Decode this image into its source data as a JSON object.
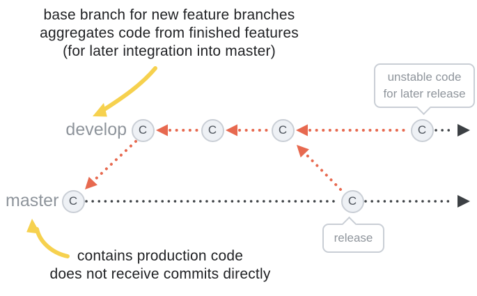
{
  "colors": {
    "accent_red": "#e7694f",
    "line_dark": "#3c4044",
    "arrow_yellow": "#f6d14e",
    "node_fill": "#eef1f5",
    "node_border": "#c9ced5",
    "label_gray": "#8e949b",
    "text_dark": "#1f2023"
  },
  "annotations": {
    "develop_note_lines": [
      "base branch for new feature branches",
      "aggregates code from finished features",
      "(for later integration into master)"
    ],
    "master_note_lines": [
      "contains production code",
      "does not receive commits directly"
    ]
  },
  "branches": {
    "develop": {
      "label": "develop"
    },
    "master": {
      "label": "master"
    }
  },
  "tooltips": {
    "unstable": {
      "lines": [
        "unstable code",
        "for later release"
      ]
    },
    "release": {
      "label": "release"
    }
  },
  "diagram": {
    "commit_label": "C"
  }
}
